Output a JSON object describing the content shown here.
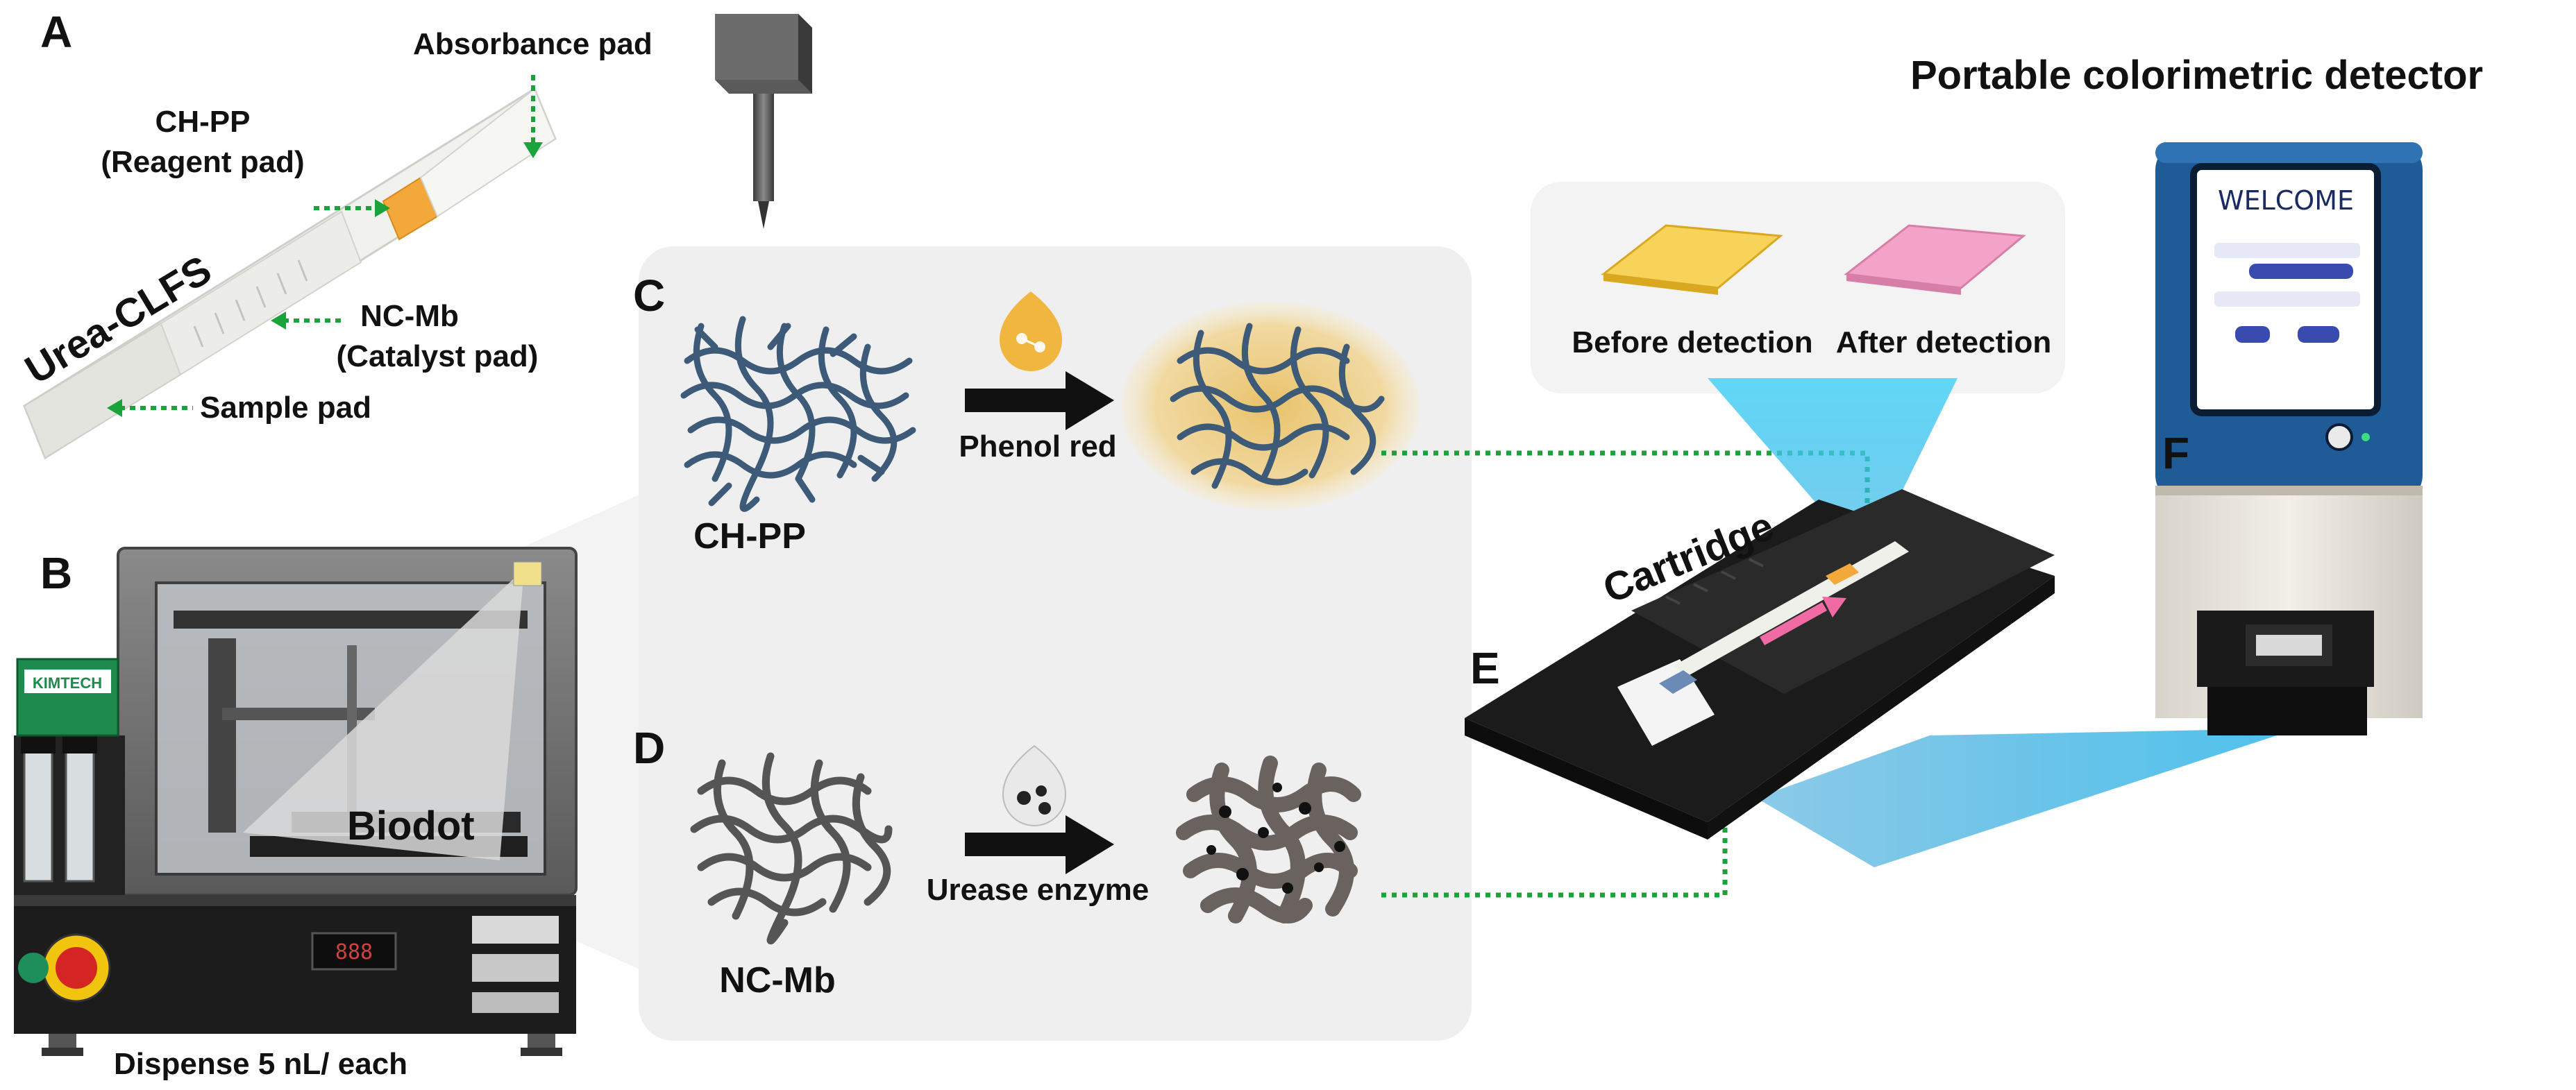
{
  "panels": {
    "a": "A",
    "b": "B",
    "c": "C",
    "d": "D",
    "e": "E",
    "f": "F"
  },
  "strip": {
    "title": "Urea-CLFS",
    "absorbance_pad": "Absorbance pad",
    "chpp_line1": "CH-PP",
    "chpp_line2": "(Reagent pad)",
    "ncmb_line1": "NC-Mb",
    "ncmb_line2": "(Catalyst pad)",
    "sample_pad": "Sample pad"
  },
  "dispenser": {
    "brand_label": "Biodot",
    "caption": "Dispense 5 nL/ each",
    "box_label": "KIMTECH"
  },
  "materials": {
    "chpp_label": "CH-PP",
    "ncmb_label": "NC-Mb",
    "reagent_phenol": "Phenol red",
    "reagent_urease": "Urease enzyme"
  },
  "detection": {
    "before": "Before detection",
    "after": "After detection",
    "before_color": "#f7d35a",
    "after_color": "#f4a3c8"
  },
  "cartridge": {
    "label": "Cartridge"
  },
  "detector": {
    "title": "Portable colorimetric detector",
    "screen_welcome": "WELCOME"
  },
  "colors": {
    "arrow_green": "#1aa33a",
    "fiber_blue": "#3d5a78",
    "fiber_gray": "#555555",
    "beam_cyan": "#38c6ef",
    "device_blue": "#1e5b97"
  }
}
